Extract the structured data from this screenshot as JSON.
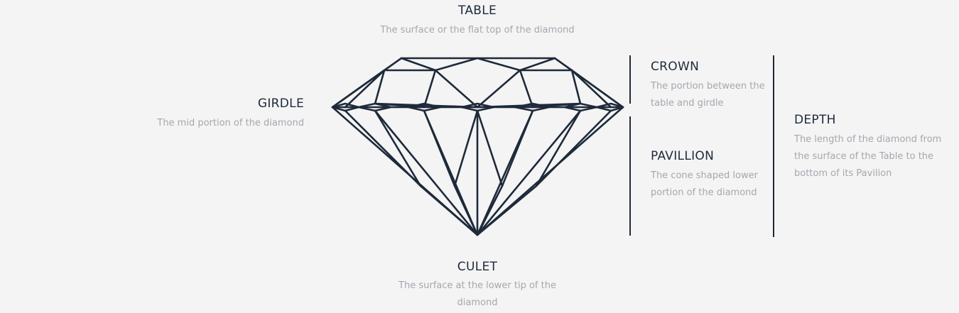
{
  "labels": {
    "table": {
      "title": "TABLE",
      "description": "The surface or the flat top of the diamond"
    },
    "girdle": {
      "title": "GIRDLE",
      "description": "The mid portion of the diamond"
    },
    "culet": {
      "title": "CULET",
      "description": "The surface at the lower tip of the diamond"
    },
    "crown": {
      "title": "CROWN",
      "description": "The portion between the table and girdle"
    },
    "pavillion": {
      "title": "PAVILLION",
      "description": "The cone shaped lower portion of the diamond"
    },
    "depth": {
      "title": "DEPTH",
      "description": "The length of the diamond from the surface of the Table to the bottom of its Pavilion"
    }
  },
  "colors": {
    "stroke": "#1e2a3a",
    "background": "#f4f4f4",
    "description_text": "#a3a8ae"
  }
}
